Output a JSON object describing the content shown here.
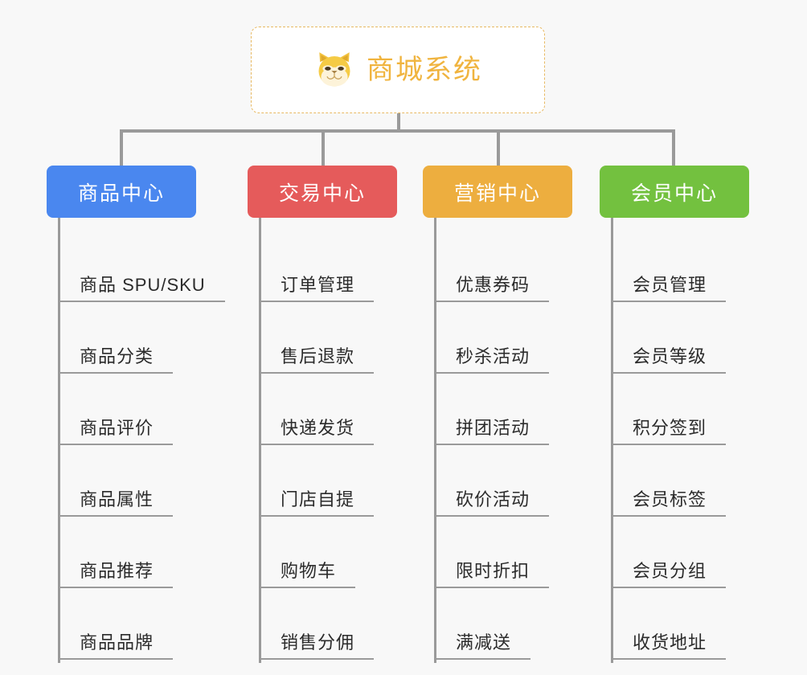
{
  "diagram": {
    "type": "org-tree",
    "background_color": "#f8f8f8",
    "connector_color": "#9a9a9a",
    "root": {
      "label": "商城系统",
      "icon": "shiba-dog-face-icon",
      "text_color": "#f0b43f",
      "border_color": "#e8b962",
      "background_color": "#ffffff"
    },
    "categories": [
      {
        "label": "商品中心",
        "color": "#4a87ef",
        "items": [
          "商品 SPU/SKU",
          "商品分类",
          "商品评价",
          "商品属性",
          "商品推荐",
          "商品品牌"
        ]
      },
      {
        "label": "交易中心",
        "color": "#e55b5b",
        "items": [
          "订单管理",
          "售后退款",
          "快递发货",
          "门店自提",
          "购物车",
          "销售分佣"
        ]
      },
      {
        "label": "营销中心",
        "color": "#edae3f",
        "items": [
          "优惠券码",
          "秒杀活动",
          "拼团活动",
          "砍价活动",
          "限时折扣",
          "满减送"
        ]
      },
      {
        "label": "会员中心",
        "color": "#73c13f",
        "items": [
          "会员管理",
          "会员等级",
          "积分签到",
          "会员标签",
          "会员分组",
          "收货地址"
        ]
      }
    ]
  }
}
